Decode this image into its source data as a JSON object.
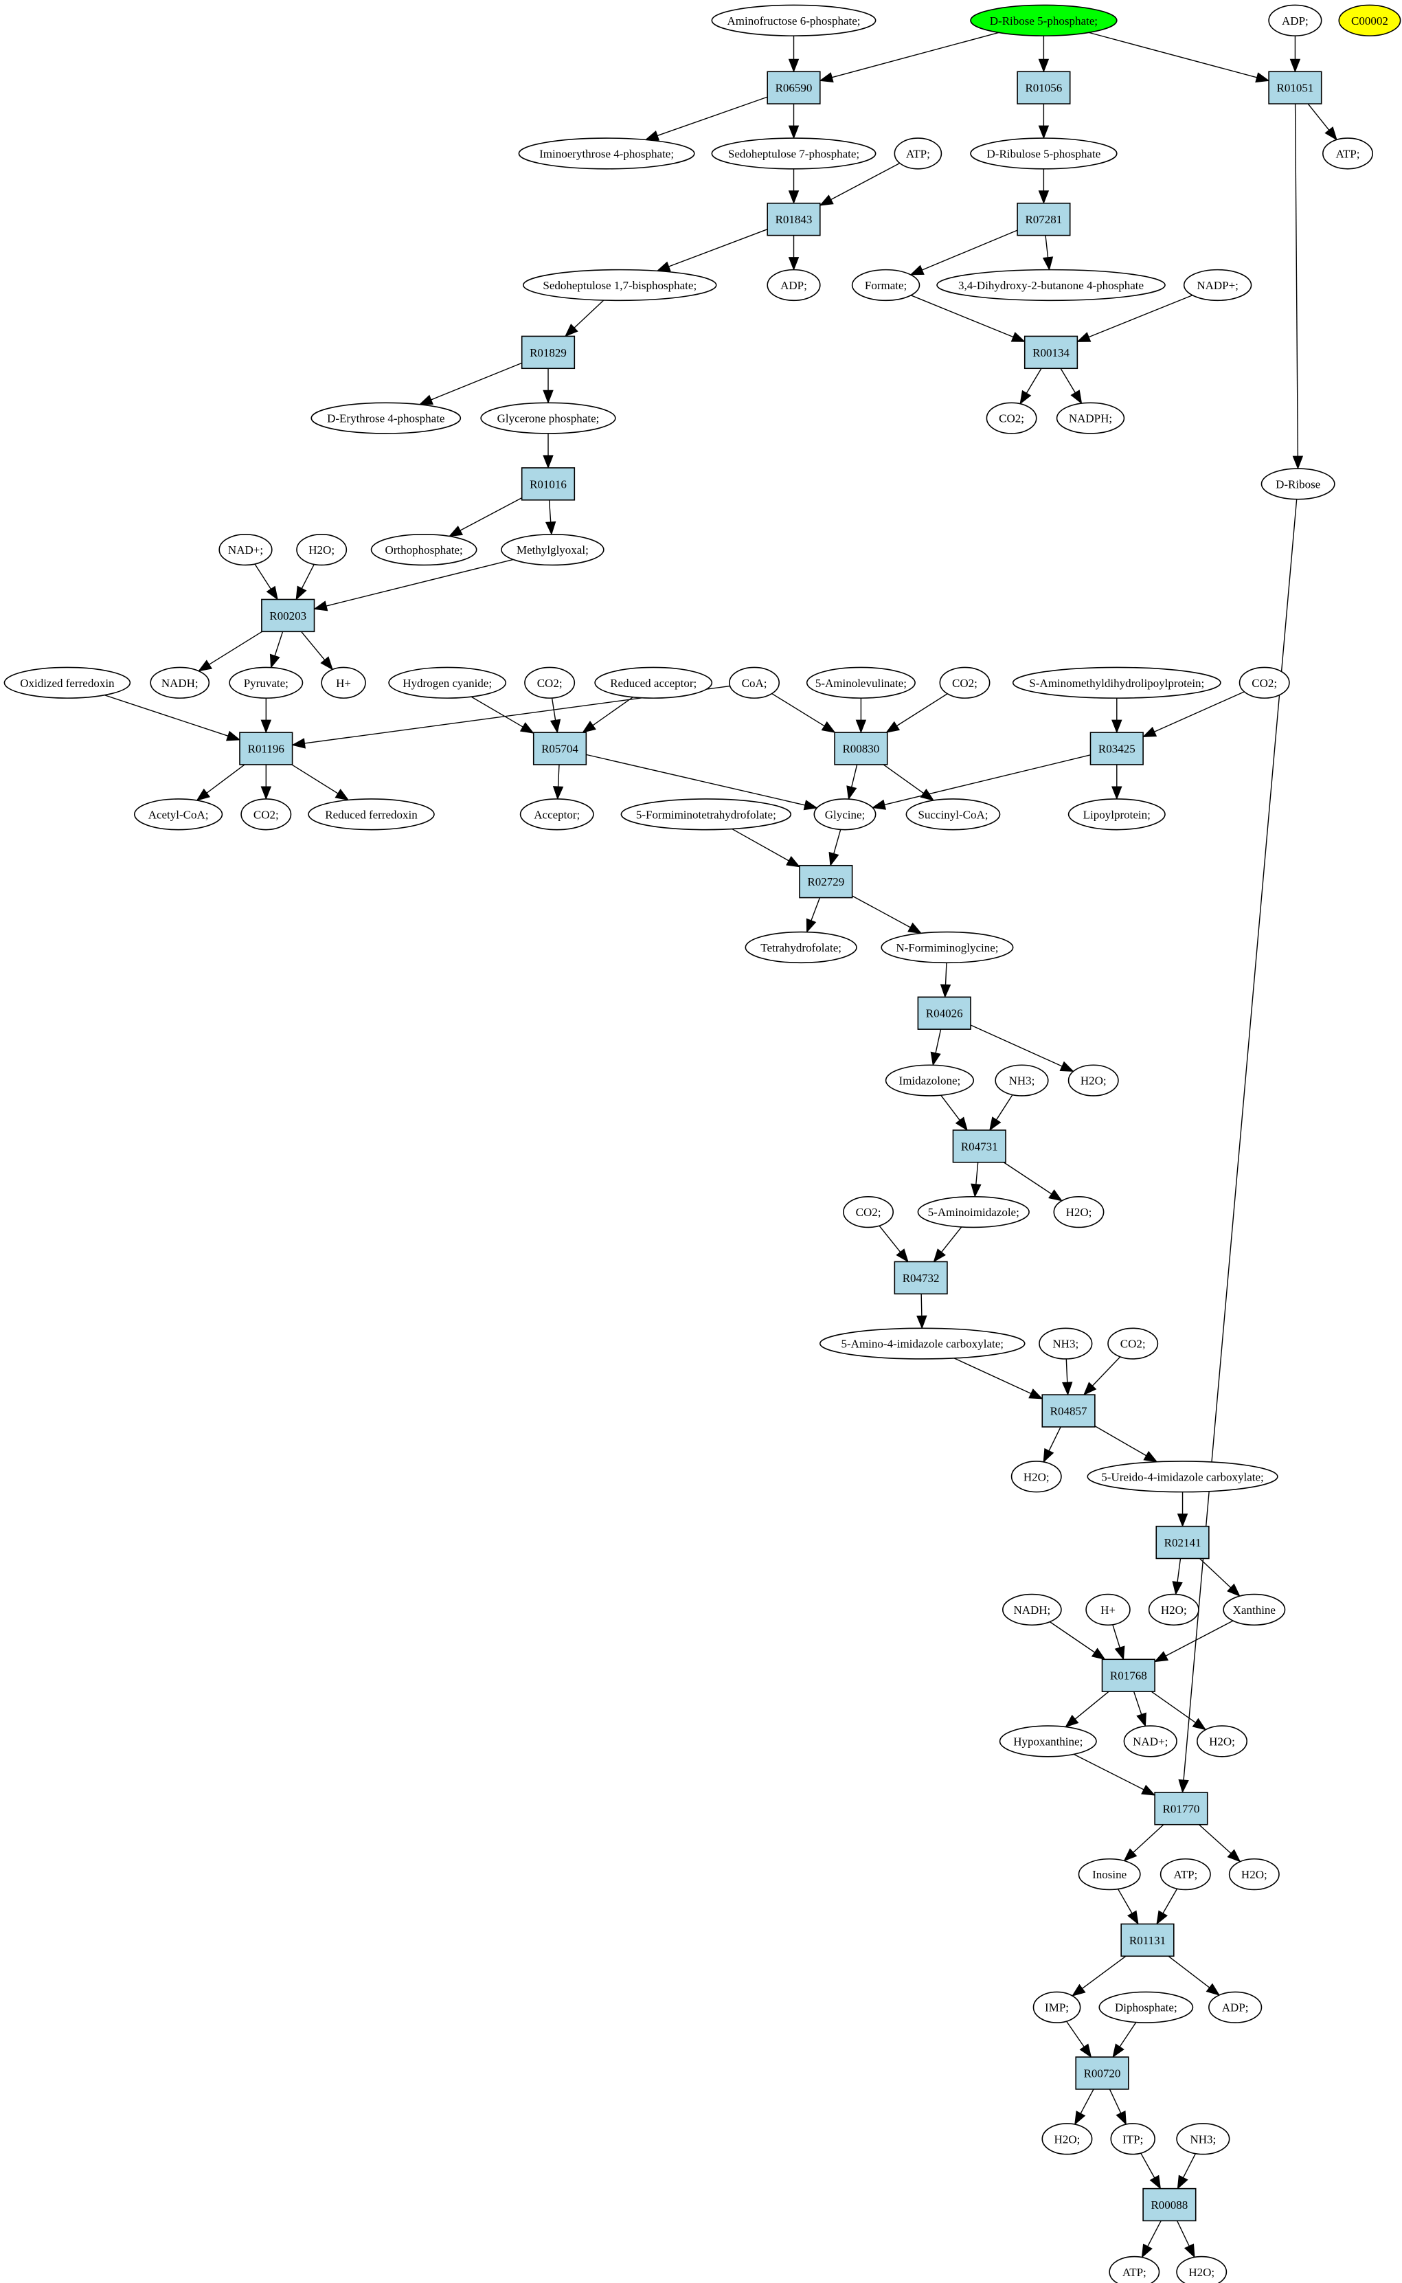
{
  "colors": {
    "reaction_fill": "#add8e6",
    "compound_fill": "#ffffff",
    "source_compound_fill": "#00ff00",
    "target_compound_fill": "#ffff00",
    "edge": "#000000"
  },
  "nodes": [
    {
      "id": "c_amf6p",
      "label": "Aminofructose 6-phosphate;",
      "kind": "compound"
    },
    {
      "id": "c_dr5p",
      "label": "D-Ribose 5-phosphate;",
      "kind": "compound",
      "fill": "#00ff00"
    },
    {
      "id": "c_adp_top",
      "label": "ADP;",
      "kind": "compound"
    },
    {
      "id": "c_c00002",
      "label": "C00002",
      "kind": "compound",
      "fill": "#ffff00"
    },
    {
      "id": "r_R06590",
      "label": "R06590",
      "kind": "reaction"
    },
    {
      "id": "r_R01056",
      "label": "R01056",
      "kind": "reaction"
    },
    {
      "id": "r_R01051",
      "label": "R01051",
      "kind": "reaction"
    },
    {
      "id": "c_ie4p",
      "label": "Iminoerythrose 4-phosphate;",
      "kind": "compound"
    },
    {
      "id": "c_s7p",
      "label": "Sedoheptulose 7-phosphate;",
      "kind": "compound"
    },
    {
      "id": "c_atp1",
      "label": "ATP;",
      "kind": "compound"
    },
    {
      "id": "c_dru5p",
      "label": "D-Ribulose 5-phosphate",
      "kind": "compound"
    },
    {
      "id": "c_atp2",
      "label": "ATP;",
      "kind": "compound"
    },
    {
      "id": "r_R01843",
      "label": "R01843",
      "kind": "reaction"
    },
    {
      "id": "r_R07281",
      "label": "R07281",
      "kind": "reaction"
    },
    {
      "id": "c_sbp",
      "label": "Sedoheptulose 1,7-bisphosphate;",
      "kind": "compound"
    },
    {
      "id": "c_adp2",
      "label": "ADP;",
      "kind": "compound"
    },
    {
      "id": "c_formate",
      "label": "Formate;",
      "kind": "compound"
    },
    {
      "id": "c_dhbp",
      "label": "3,4-Dihydroxy-2-butanone 4-phosphate",
      "kind": "compound"
    },
    {
      "id": "c_nadp",
      "label": "NADP+;",
      "kind": "compound"
    },
    {
      "id": "r_R01829",
      "label": "R01829",
      "kind": "reaction"
    },
    {
      "id": "r_R00134",
      "label": "R00134",
      "kind": "reaction"
    },
    {
      "id": "c_e4p",
      "label": "D-Erythrose 4-phosphate",
      "kind": "compound"
    },
    {
      "id": "c_gp",
      "label": "Glycerone phosphate;",
      "kind": "compound"
    },
    {
      "id": "c_co2_a",
      "label": "CO2;",
      "kind": "compound"
    },
    {
      "id": "c_nadph",
      "label": "NADPH;",
      "kind": "compound"
    },
    {
      "id": "r_R01016",
      "label": "R01016",
      "kind": "reaction"
    },
    {
      "id": "c_dribose",
      "label": "D-Ribose",
      "kind": "compound"
    },
    {
      "id": "c_nad1",
      "label": "NAD+;",
      "kind": "compound"
    },
    {
      "id": "c_h2o_1",
      "label": "H2O;",
      "kind": "compound"
    },
    {
      "id": "c_ophos",
      "label": "Orthophosphate;",
      "kind": "compound"
    },
    {
      "id": "c_mgly",
      "label": "Methylglyoxal;",
      "kind": "compound"
    },
    {
      "id": "r_R00203",
      "label": "R00203",
      "kind": "reaction"
    },
    {
      "id": "c_oxfd",
      "label": "Oxidized ferredoxin",
      "kind": "compound"
    },
    {
      "id": "c_nadh1",
      "label": "NADH;",
      "kind": "compound"
    },
    {
      "id": "c_pyr",
      "label": "Pyruvate;",
      "kind": "compound"
    },
    {
      "id": "c_h1",
      "label": "H+",
      "kind": "compound"
    },
    {
      "id": "c_hcn",
      "label": "Hydrogen cyanide;",
      "kind": "compound"
    },
    {
      "id": "c_co2_b",
      "label": "CO2;",
      "kind": "compound"
    },
    {
      "id": "c_redacc",
      "label": "Reduced acceptor;",
      "kind": "compound"
    },
    {
      "id": "c_coa",
      "label": "CoA;",
      "kind": "compound"
    },
    {
      "id": "c_5ala",
      "label": "5-Aminolevulinate;",
      "kind": "compound"
    },
    {
      "id": "c_co2_c",
      "label": "CO2;",
      "kind": "compound"
    },
    {
      "id": "c_5amdlp",
      "label": "S-Aminomethyldihydrolipoylprotein;",
      "kind": "compound"
    },
    {
      "id": "c_co2_d",
      "label": "CO2;",
      "kind": "compound"
    },
    {
      "id": "r_R01196",
      "label": "R01196",
      "kind": "reaction"
    },
    {
      "id": "r_R05704",
      "label": "R05704",
      "kind": "reaction"
    },
    {
      "id": "r_R00830",
      "label": "R00830",
      "kind": "reaction"
    },
    {
      "id": "r_R03425",
      "label": "R03425",
      "kind": "reaction"
    },
    {
      "id": "c_accoa",
      "label": "Acetyl-CoA;",
      "kind": "compound"
    },
    {
      "id": "c_co2_e",
      "label": "CO2;",
      "kind": "compound"
    },
    {
      "id": "c_redfd",
      "label": "Reduced ferredoxin",
      "kind": "compound"
    },
    {
      "id": "c_acceptor",
      "label": "Acceptor;",
      "kind": "compound"
    },
    {
      "id": "c_5fthf",
      "label": "5-Formiminotetrahydrofolate;",
      "kind": "compound"
    },
    {
      "id": "c_gly",
      "label": "Glycine;",
      "kind": "compound"
    },
    {
      "id": "c_succoa",
      "label": "Succinyl-CoA;",
      "kind": "compound"
    },
    {
      "id": "c_lipo",
      "label": "Lipoylprotein;",
      "kind": "compound"
    },
    {
      "id": "r_R02729",
      "label": "R02729",
      "kind": "reaction"
    },
    {
      "id": "c_thf",
      "label": "Tetrahydrofolate;",
      "kind": "compound"
    },
    {
      "id": "c_nfgly",
      "label": "N-Formiminoglycine;",
      "kind": "compound"
    },
    {
      "id": "r_R04026",
      "label": "R04026",
      "kind": "reaction"
    },
    {
      "id": "c_imidaz",
      "label": "Imidazolone;",
      "kind": "compound"
    },
    {
      "id": "c_nh3_1",
      "label": "NH3;",
      "kind": "compound"
    },
    {
      "id": "c_h2o_2",
      "label": "H2O;",
      "kind": "compound"
    },
    {
      "id": "r_R04731",
      "label": "R04731",
      "kind": "reaction"
    },
    {
      "id": "c_co2_f",
      "label": "CO2;",
      "kind": "compound"
    },
    {
      "id": "c_5aimid",
      "label": "5-Aminoimidazole;",
      "kind": "compound"
    },
    {
      "id": "c_h2o_3",
      "label": "H2O;",
      "kind": "compound"
    },
    {
      "id": "r_R04732",
      "label": "R04732",
      "kind": "reaction"
    },
    {
      "id": "c_5a4ic",
      "label": "5-Amino-4-imidazole carboxylate;",
      "kind": "compound"
    },
    {
      "id": "c_nh3_2",
      "label": "NH3;",
      "kind": "compound"
    },
    {
      "id": "c_co2_g",
      "label": "CO2;",
      "kind": "compound"
    },
    {
      "id": "r_R04857",
      "label": "R04857",
      "kind": "reaction"
    },
    {
      "id": "c_h2o_4",
      "label": "H2O;",
      "kind": "compound"
    },
    {
      "id": "c_5u4ic",
      "label": "5-Ureido-4-imidazole carboxylate;",
      "kind": "compound"
    },
    {
      "id": "r_R02141",
      "label": "R02141",
      "kind": "reaction"
    },
    {
      "id": "c_nadh2",
      "label": "NADH;",
      "kind": "compound"
    },
    {
      "id": "c_h2",
      "label": "H+",
      "kind": "compound"
    },
    {
      "id": "c_h2o_5",
      "label": "H2O;",
      "kind": "compound"
    },
    {
      "id": "c_xan",
      "label": "Xanthine",
      "kind": "compound"
    },
    {
      "id": "r_R01768",
      "label": "R01768",
      "kind": "reaction"
    },
    {
      "id": "c_hypox",
      "label": "Hypoxanthine;",
      "kind": "compound"
    },
    {
      "id": "c_nad2",
      "label": "NAD+;",
      "kind": "compound"
    },
    {
      "id": "c_h2o_6",
      "label": "H2O;",
      "kind": "compound"
    },
    {
      "id": "r_R01770",
      "label": "R01770",
      "kind": "reaction"
    },
    {
      "id": "c_inosine",
      "label": "Inosine",
      "kind": "compound"
    },
    {
      "id": "c_atp3",
      "label": "ATP;",
      "kind": "compound"
    },
    {
      "id": "c_h2o_7",
      "label": "H2O;",
      "kind": "compound"
    },
    {
      "id": "r_R01131",
      "label": "R01131",
      "kind": "reaction"
    },
    {
      "id": "c_imp",
      "label": "IMP;",
      "kind": "compound"
    },
    {
      "id": "c_diphos",
      "label": "Diphosphate;",
      "kind": "compound"
    },
    {
      "id": "c_adp3",
      "label": "ADP;",
      "kind": "compound"
    },
    {
      "id": "r_R00720",
      "label": "R00720",
      "kind": "reaction"
    },
    {
      "id": "c_h2o_8",
      "label": "H2O;",
      "kind": "compound"
    },
    {
      "id": "c_itp",
      "label": "ITP;",
      "kind": "compound"
    },
    {
      "id": "c_nh3_3",
      "label": "NH3;",
      "kind": "compound"
    },
    {
      "id": "r_R00088",
      "label": "R00088",
      "kind": "reaction"
    },
    {
      "id": "c_atp4",
      "label": "ATP;",
      "kind": "compound"
    },
    {
      "id": "c_h2o_9",
      "label": "H2O;",
      "kind": "compound"
    }
  ],
  "edges": [
    [
      "c_amf6p",
      "r_R06590"
    ],
    [
      "c_dr5p",
      "r_R06590"
    ],
    [
      "c_dr5p",
      "r_R01056"
    ],
    [
      "c_dr5p",
      "r_R01051"
    ],
    [
      "c_adp_top",
      "r_R01051"
    ],
    [
      "r_R06590",
      "c_ie4p"
    ],
    [
      "r_R06590",
      "c_s7p"
    ],
    [
      "r_R01056",
      "c_dru5p"
    ],
    [
      "r_R01051",
      "c_atp2"
    ],
    [
      "r_R01051",
      "c_dribose"
    ],
    [
      "c_s7p",
      "r_R01843"
    ],
    [
      "c_atp1",
      "r_R01843"
    ],
    [
      "c_dru5p",
      "r_R07281"
    ],
    [
      "r_R01843",
      "c_sbp"
    ],
    [
      "r_R01843",
      "c_adp2"
    ],
    [
      "r_R07281",
      "c_formate"
    ],
    [
      "r_R07281",
      "c_dhbp"
    ],
    [
      "c_sbp",
      "r_R01829"
    ],
    [
      "c_formate",
      "r_R00134"
    ],
    [
      "c_nadp",
      "r_R00134"
    ],
    [
      "r_R01829",
      "c_e4p"
    ],
    [
      "r_R01829",
      "c_gp"
    ],
    [
      "r_R00134",
      "c_co2_a"
    ],
    [
      "r_R00134",
      "c_nadph"
    ],
    [
      "c_gp",
      "r_R01016"
    ],
    [
      "r_R01016",
      "c_ophos"
    ],
    [
      "r_R01016",
      "c_mgly"
    ],
    [
      "c_nad1",
      "r_R00203"
    ],
    [
      "c_h2o_1",
      "r_R00203"
    ],
    [
      "c_mgly",
      "r_R00203"
    ],
    [
      "r_R00203",
      "c_nadh1"
    ],
    [
      "r_R00203",
      "c_pyr"
    ],
    [
      "r_R00203",
      "c_h1"
    ],
    [
      "c_oxfd",
      "r_R01196"
    ],
    [
      "c_pyr",
      "r_R01196"
    ],
    [
      "c_coa",
      "r_R01196"
    ],
    [
      "c_hcn",
      "r_R05704"
    ],
    [
      "c_co2_b",
      "r_R05704"
    ],
    [
      "c_redacc",
      "r_R05704"
    ],
    [
      "c_coa",
      "r_R00830"
    ],
    [
      "c_5ala",
      "r_R00830"
    ],
    [
      "c_co2_c",
      "r_R00830"
    ],
    [
      "c_5amdlp",
      "r_R03425"
    ],
    [
      "c_co2_d",
      "r_R03425"
    ],
    [
      "r_R01196",
      "c_accoa"
    ],
    [
      "r_R01196",
      "c_co2_e"
    ],
    [
      "r_R01196",
      "c_redfd"
    ],
    [
      "r_R05704",
      "c_acceptor"
    ],
    [
      "r_R05704",
      "c_gly"
    ],
    [
      "r_R00830",
      "c_gly"
    ],
    [
      "r_R00830",
      "c_succoa"
    ],
    [
      "r_R03425",
      "c_gly"
    ],
    [
      "r_R03425",
      "c_lipo"
    ],
    [
      "c_5fthf",
      "r_R02729"
    ],
    [
      "c_gly",
      "r_R02729"
    ],
    [
      "r_R02729",
      "c_thf"
    ],
    [
      "r_R02729",
      "c_nfgly"
    ],
    [
      "c_nfgly",
      "r_R04026"
    ],
    [
      "r_R04026",
      "c_imidaz"
    ],
    [
      "r_R04026",
      "c_h2o_2"
    ],
    [
      "c_imidaz",
      "r_R04731"
    ],
    [
      "c_nh3_1",
      "r_R04731"
    ],
    [
      "r_R04731",
      "c_5aimid"
    ],
    [
      "r_R04731",
      "c_h2o_3"
    ],
    [
      "c_co2_f",
      "r_R04732"
    ],
    [
      "c_5aimid",
      "r_R04732"
    ],
    [
      "r_R04732",
      "c_5a4ic"
    ],
    [
      "c_5a4ic",
      "r_R04857"
    ],
    [
      "c_nh3_2",
      "r_R04857"
    ],
    [
      "c_co2_g",
      "r_R04857"
    ],
    [
      "r_R04857",
      "c_h2o_4"
    ],
    [
      "r_R04857",
      "c_5u4ic"
    ],
    [
      "c_5u4ic",
      "r_R02141"
    ],
    [
      "r_R02141",
      "c_h2o_5"
    ],
    [
      "r_R02141",
      "c_xan"
    ],
    [
      "c_nadh2",
      "r_R01768"
    ],
    [
      "c_h2",
      "r_R01768"
    ],
    [
      "c_xan",
      "r_R01768"
    ],
    [
      "r_R01768",
      "c_hypox"
    ],
    [
      "r_R01768",
      "c_nad2"
    ],
    [
      "r_R01768",
      "c_h2o_6"
    ],
    [
      "c_hypox",
      "r_R01770"
    ],
    [
      "c_dribose",
      "r_R01770"
    ],
    [
      "r_R01770",
      "c_inosine"
    ],
    [
      "r_R01770",
      "c_h2o_7"
    ],
    [
      "c_inosine",
      "r_R01131"
    ],
    [
      "c_atp3",
      "r_R01131"
    ],
    [
      "r_R01131",
      "c_imp"
    ],
    [
      "r_R01131",
      "c_adp3"
    ],
    [
      "c_imp",
      "r_R00720"
    ],
    [
      "c_diphos",
      "r_R00720"
    ],
    [
      "r_R00720",
      "c_h2o_8"
    ],
    [
      "r_R00720",
      "c_itp"
    ],
    [
      "c_itp",
      "r_R00088"
    ],
    [
      "c_nh3_3",
      "r_R00088"
    ],
    [
      "r_R00088",
      "c_atp4"
    ],
    [
      "r_R00088",
      "c_h2o_9"
    ]
  ]
}
